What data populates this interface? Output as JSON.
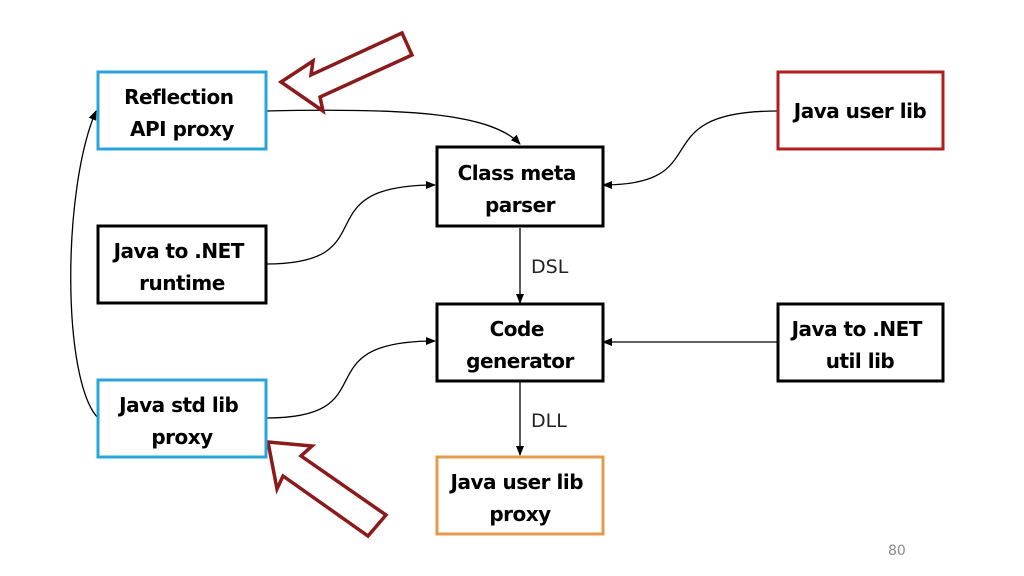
{
  "colors": {
    "proxy_blue": "#29a5dc",
    "user_lib_red": "#b01e1e",
    "output_orange": "#e89a4c",
    "plain_black": "#000000",
    "callout_arrow": "#8b1a1a"
  },
  "nodes": {
    "reflection_api_proxy": {
      "lines": [
        "Reflection",
        "API proxy"
      ]
    },
    "java_to_net_runtime": {
      "lines": [
        "Java to .NET",
        "runtime"
      ]
    },
    "java_std_lib_proxy": {
      "lines": [
        "Java std lib",
        "proxy"
      ]
    },
    "class_meta_parser": {
      "lines": [
        "Class meta",
        "parser"
      ]
    },
    "code_generator": {
      "lines": [
        "Code",
        "generator"
      ]
    },
    "java_user_lib_proxy": {
      "lines": [
        "Java user lib",
        "proxy"
      ]
    },
    "java_user_lib": {
      "lines": [
        "Java user lib"
      ]
    },
    "java_to_net_util_lib": {
      "lines": [
        "Java to .NET",
        "util lib"
      ]
    }
  },
  "edge_labels": {
    "dsl": "DSL",
    "dll": "DLL"
  },
  "page_number": "80"
}
